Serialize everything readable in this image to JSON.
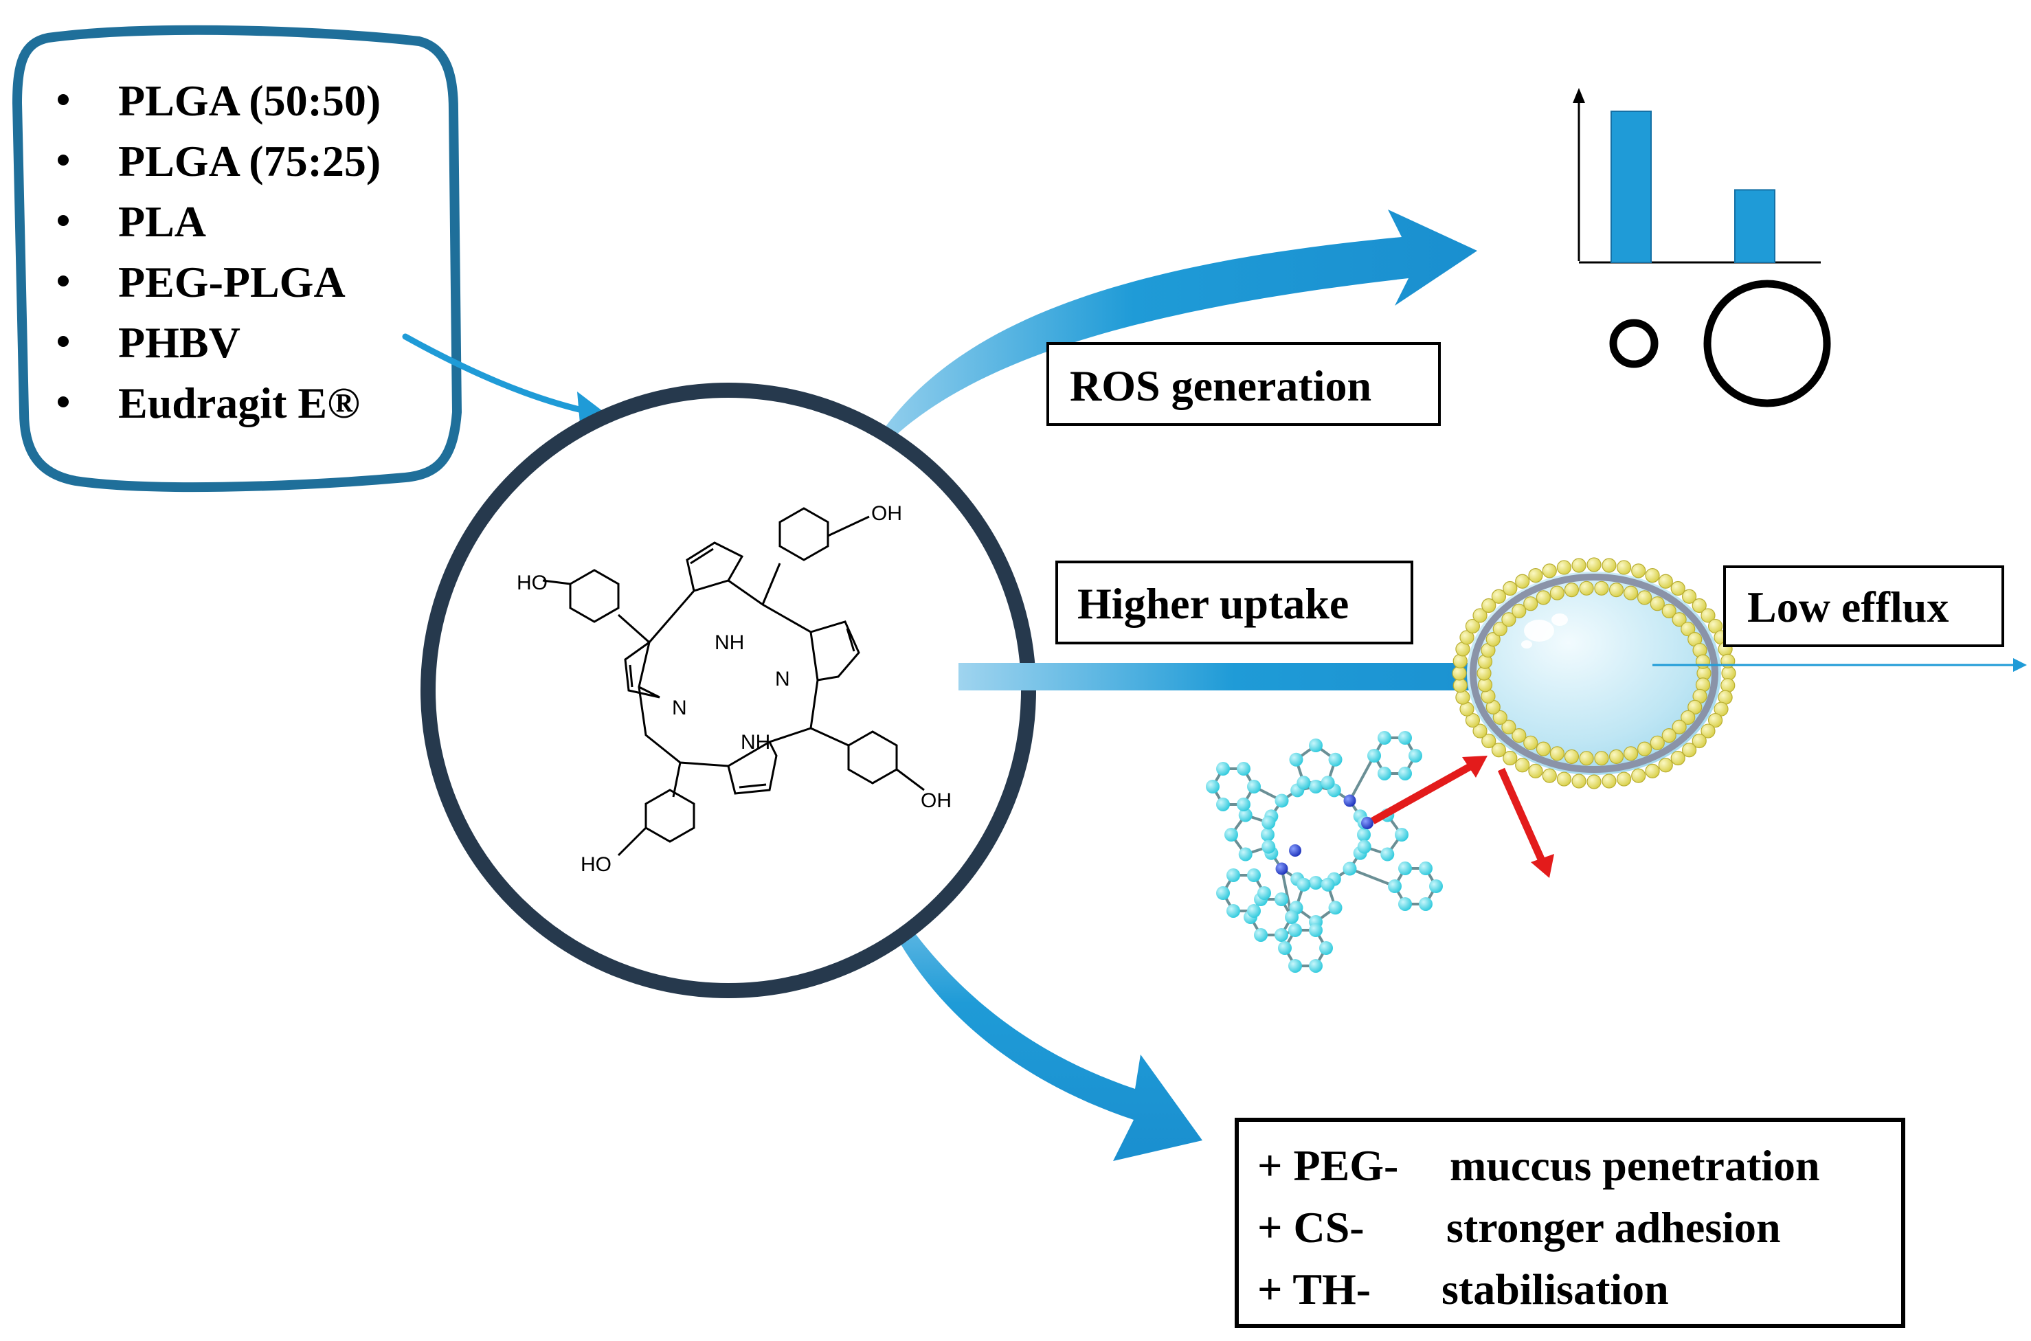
{
  "polymer_list": {
    "items": [
      "PLGA (50:50)",
      "PLGA (75:25)",
      "PLA",
      "PEG-PLGA",
      "PHBV",
      "Eudragit E®"
    ]
  },
  "molecule_labels": {
    "oh_top_right": "OH",
    "ho_left": "HO",
    "oh_bottom_right": "OH",
    "ho_bottom_left": "HO",
    "nh_top": "NH",
    "n_right": "N",
    "n_left": "N",
    "nh_bottom": "NH"
  },
  "labels": {
    "ros_generation": "ROS generation",
    "higher_uptake": "Higher uptake",
    "low_efflux": "Low efflux"
  },
  "modifications": [
    {
      "prefix": "+ PEG-",
      "effect": "muccus penetration"
    },
    {
      "prefix": "+ CS-",
      "effect": "stronger adhesion"
    },
    {
      "prefix": "+ TH-",
      "effect": "stabilisation"
    }
  ],
  "chart_data": {
    "type": "bar",
    "values": [
      1.0,
      0.48
    ],
    "ylim": [
      0,
      1.1
    ]
  },
  "colors": {
    "accent_blue": "#1f9bd7",
    "frame_blue": "#1f6f9a",
    "circle_dark": "#26394d",
    "lipid_yellow": "#e7e068",
    "arrow_red": "#e31b1b",
    "atom_cyan": "#3fd6e6",
    "atom_blue": "#2138c9"
  }
}
